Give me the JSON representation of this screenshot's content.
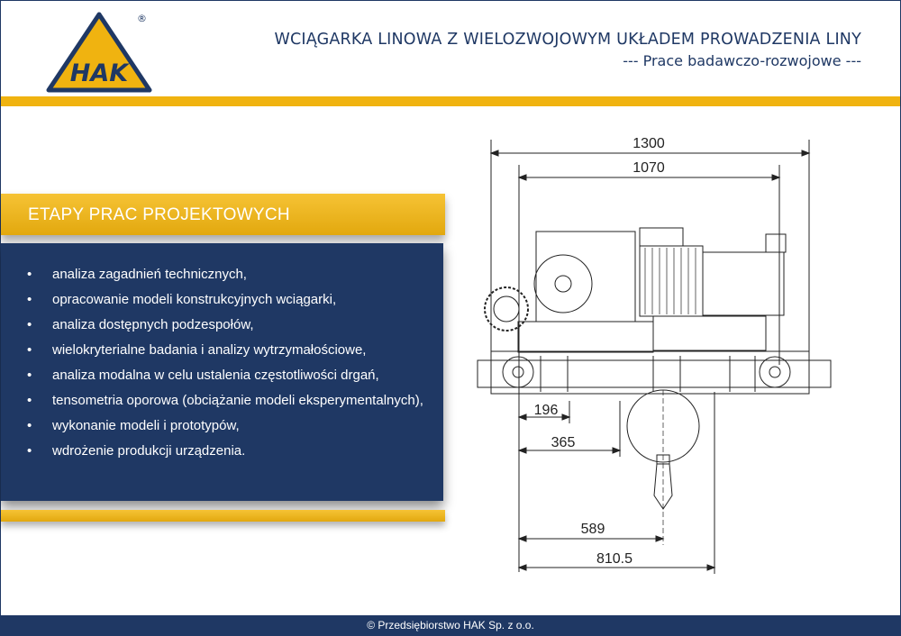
{
  "header": {
    "logo_text": "HAK",
    "registered_mark": "®",
    "title": "WCIĄGARKA LINOWA Z WIELOZWOJOWYM UKŁADEM PROWADZENIA LINY",
    "subtitle": "--- Prace badawczo-rozwojowe ---"
  },
  "panel": {
    "heading": "ETAPY PRAC PROJEKTOWYCH",
    "items": [
      "analiza zagadnień technicznych,",
      "opracowanie modeli konstrukcyjnych wciągarki,",
      "analiza dostępnych podzespołów,",
      "wielokryterialne badania i analizy wytrzymałościowe,",
      "analiza modalna w celu ustalenia częstotliwości drgań,",
      "tensometria oporowa (obciążanie modeli eksperymentalnych),",
      "wykonanie modeli i prototypów,",
      "wdrożenie produkcji urządzenia."
    ]
  },
  "drawing": {
    "dimensions": {
      "d1300": "1300",
      "d1070": "1070",
      "d196": "196",
      "d365": "365",
      "d589": "589",
      "d8105": "810.5"
    }
  },
  "footer": {
    "copyright": "© Przedsiębiorstwo  HAK Sp. z o.o."
  },
  "colors": {
    "navy": "#1f3864",
    "gold": "#f0b310"
  }
}
